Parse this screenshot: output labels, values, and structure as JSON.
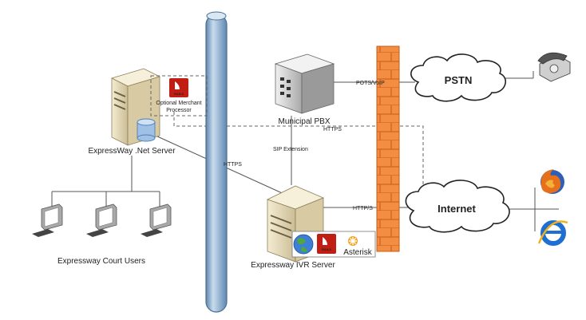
{
  "nodes": {
    "net_server": "ExpressWay .Net Server",
    "merchant": [
      "Optional Merchant",
      "Processor"
    ],
    "court_users": "Expressway Court Users",
    "pbx": "Municipal PBX",
    "ivr_server": "Expressway IVR Server",
    "pstn": "PSTN",
    "internet": "Internet"
  },
  "links": {
    "https_left": "HTTPS",
    "https_top": "HTTPS",
    "sip": "SIP Extension",
    "pots": "POTS/VoIP",
    "https_s": "HTTP/S"
  },
  "badges": {
    "rails": "RAILS",
    "asterisk": "Asterisk"
  },
  "colors": {
    "backbone": "#8eb4d6",
    "firewall": "#f08a3c",
    "server_body": "#e8dcb8",
    "pbx_body": "#d8d8d8"
  }
}
